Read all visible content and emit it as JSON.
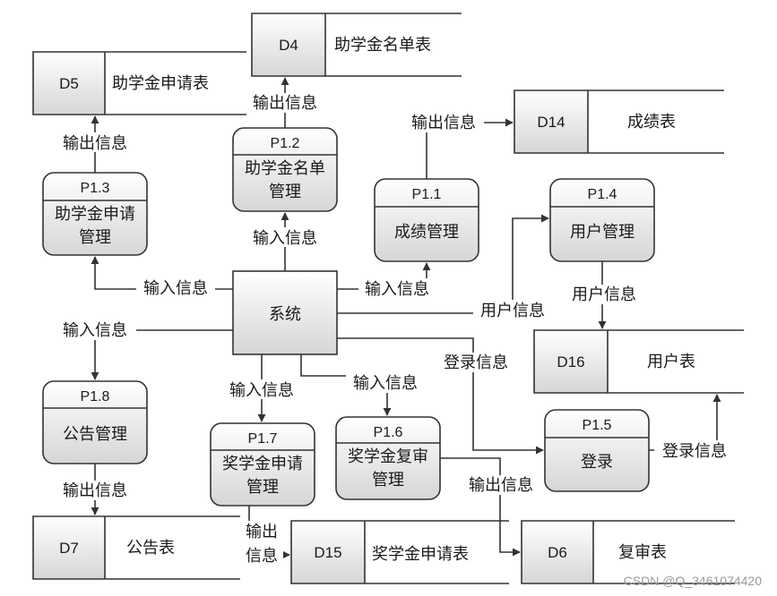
{
  "system": {
    "label": "系统"
  },
  "processes": {
    "p11": {
      "id": "P1.1",
      "name": [
        "成绩管理"
      ]
    },
    "p12": {
      "id": "P1.2",
      "name": [
        "助学金名单",
        "管理"
      ]
    },
    "p13": {
      "id": "P1.3",
      "name": [
        "助学金申请",
        "管理"
      ]
    },
    "p14": {
      "id": "P1.4",
      "name": [
        "用户管理"
      ]
    },
    "p15": {
      "id": "P1.5",
      "name": [
        "登录"
      ]
    },
    "p16": {
      "id": "P1.6",
      "name": [
        "奖学金复审",
        "管理"
      ]
    },
    "p17": {
      "id": "P1.7",
      "name": [
        "奖学金申请",
        "管理"
      ]
    },
    "p18": {
      "id": "P1.8",
      "name": [
        "公告管理"
      ]
    }
  },
  "stores": {
    "d4": {
      "id": "D4",
      "name": "助学金名单表"
    },
    "d5": {
      "id": "D5",
      "name": "助学金申请表"
    },
    "d6": {
      "id": "D6",
      "name": "复审表"
    },
    "d7": {
      "id": "D7",
      "name": "公告表"
    },
    "d14": {
      "id": "D14",
      "name": "成绩表"
    },
    "d15": {
      "id": "D15",
      "name": "奖学金申请表"
    },
    "d16": {
      "id": "D16",
      "name": "用户表"
    }
  },
  "flows": {
    "sys_to_p12": "输入信息",
    "p12_to_d4": "输出信息",
    "p13_to_d5": "输出信息",
    "sys_to_p13": "输入信息",
    "sys_to_p11": "输入信息",
    "p11_to_d14": "输出信息",
    "sys_to_p14": "用户信息",
    "p14_to_d16": "用户信息",
    "sys_to_p18": "输入信息",
    "p18_to_d7": "输出信息",
    "sys_to_p17": "输入信息",
    "sys_to_p16": "输入信息",
    "sys_to_p15": "登录信息",
    "p15_to_d16": "登录信息",
    "p17_to_d15": [
      "输出",
      "信息"
    ],
    "p16_to_d6": "输出信息"
  },
  "watermark": "CSDN @Q_3461074420"
}
